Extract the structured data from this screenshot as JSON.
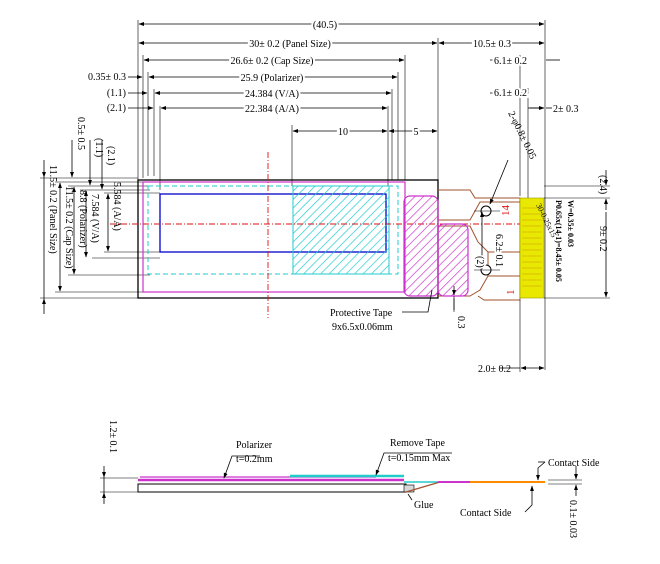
{
  "dimensions": {
    "overall_width": "(40.5)",
    "panel_size": "30± 0.2 (Panel Size)",
    "fpc_length": "10.5± 0.3",
    "cap_size": "26.6± 0.2 (Cap Size)",
    "fpc_width_right": "6.1± 0.2",
    "cap_offset": "0.35± 0.3",
    "polarizer": "25.9 (Polarizer)",
    "va_offset": "(1.1)",
    "va_width": "24.384 (V/A)",
    "fpc_width_right2": "6.1± 0.2",
    "stiffener_width": "2± 0.3",
    "aa_offset": "(2.1)",
    "aa_width": "22.384 (A/A)",
    "pitch_10": "10",
    "pitch_5": "5",
    "top_05": "0.5± 0.5",
    "top_11": "(1.1)",
    "top_21": "(2.1)",
    "aa_height": "5.584 (A/A)",
    "va_height": "7.584 (V/A)",
    "pol_height": "8.8 (Polarizer)",
    "cap_height": "11.5± 0.2 (Cap Size)",
    "panel_height": "11.5± 0.2 (Panel Size)",
    "hole_dia": "2-φ0.8± 0.05",
    "hole_spacing": "6.2± 0.1",
    "hole_gap": "(2)",
    "pitch_rotated": "P0.65x(14-1)=8.45± 0.05",
    "width_rotated": "W=0.35± 0.03",
    "lead_rotated": "30-0.25x15",
    "right_24": "(2.4)",
    "right_height": "9± 0.2",
    "bottom_03": "0.3",
    "fpc_bottom_width": "2.0± 0.2",
    "side_thickness": "1.2± 0.1",
    "contact_thickness": "0.1± 0.03"
  },
  "labels": {
    "protective_tape": "Protective Tape",
    "protective_tape_size": "9x6.5x0.06mm",
    "pin_14": "14",
    "pin_1": "1",
    "polarizer_title": "Polarizer",
    "polarizer_t": "t=0.2mm",
    "remove_tape_title": "Remove Tape",
    "remove_tape_t": "t=0.15mm Max",
    "glue": "Glue",
    "contact_side_right": "Contact Side",
    "contact_side_bottom": "Contact Side"
  },
  "colors": {
    "magenta": "#cc33cc",
    "cyan": "#22cccc",
    "blue": "#0000cc",
    "red": "#dd1111",
    "yellow": "#e8e800",
    "fpc_brown": "#a0522d",
    "orange": "#ff8c00"
  }
}
